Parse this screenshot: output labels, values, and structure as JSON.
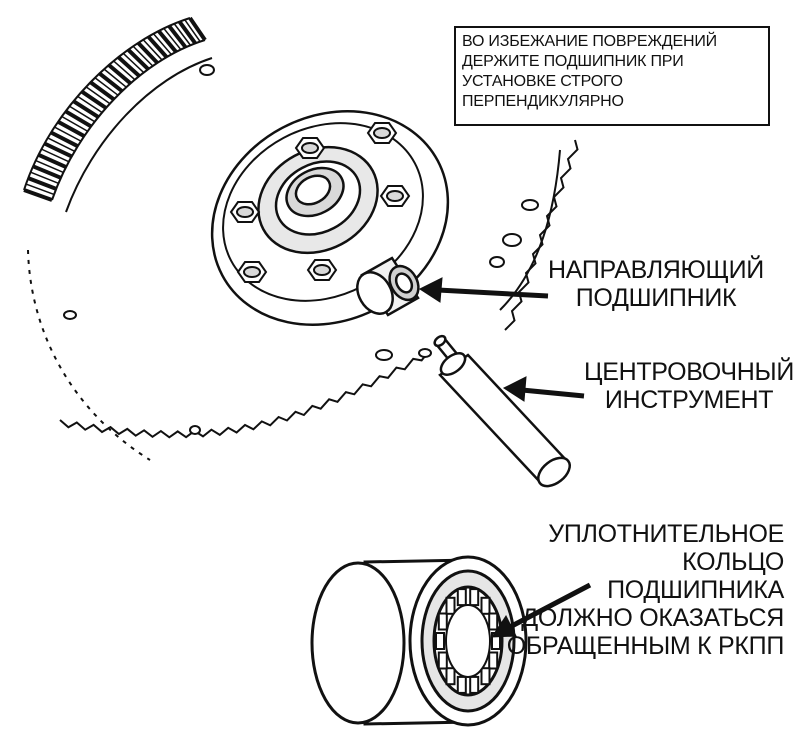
{
  "note": {
    "lines": [
      "ВО ИЗБЕЖАНИЕ ПОВРЕЖДЕНИЙ",
      "ДЕРЖИТЕ ПОДШИПНИК ПРИ",
      "УСТАНОВКЕ СТРОГО",
      "ПЕРПЕНДИКУЛЯРНО"
    ]
  },
  "labels": {
    "pilot_bearing": [
      "НАПРАВЛЯЮЩИЙ",
      "ПОДШИПНИК"
    ],
    "alignment_tool": [
      "ЦЕНТРОВОЧНЫЙ",
      "ИНСТРУМЕНТ"
    ],
    "seal": [
      "УПЛОТНИТЕЛЬНОЕ",
      "КОЛЬЦО",
      "ПОДШИПНИКА",
      "ДОЛЖНО ОКАЗАТЬСЯ",
      "ОБРАЩЕННЫМ К РКПП"
    ]
  },
  "colors": {
    "ink": "#111111",
    "paper": "#ffffff",
    "shade": "#d9d9d9"
  }
}
